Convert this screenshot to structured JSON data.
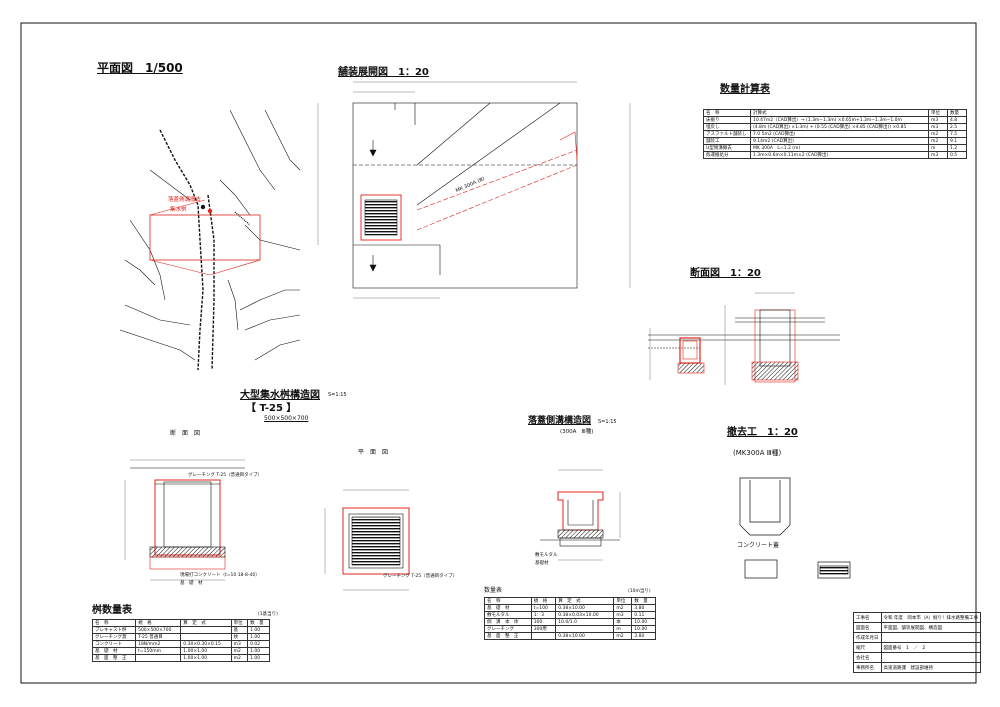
{
  "titles": {
    "plan": "平面図　1/500",
    "pavement": "舗装展開図　1：20",
    "quantity_calc": "数量計算表",
    "cross_section": "断面図　1：20",
    "catch_basin": "大型集水桝構造図",
    "catch_basin_scale": "S=1:15",
    "catch_basin_type": "【 T-25 】",
    "catch_basin_size": "500×500×700",
    "cb_section": "断　面　図",
    "cb_plan": "平　面　図",
    "gutter": "落蓋側溝構造図",
    "gutter_scale": "S=1:15",
    "gutter_sub": "(300A　Ⅲ種)",
    "removal": "撤去工　1：20",
    "removal_sub": "(MK300A Ⅲ種)",
    "concrete_lid": "コンクリート蓋"
  },
  "plan_labels": {
    "l1": "落蓋側溝撤去",
    "l2": "集水桝"
  },
  "pavement_labels": {
    "mk": "MK 300A (Ⅲ)"
  },
  "cb_labels": {
    "grating": "グレーチング T-25（普通目タイプ）",
    "concrete": "現場打コンクリート（t=10 18-8-40）",
    "base": "基　礎　材",
    "grating_plan": "グレーチング T-25（普通目タイプ）"
  },
  "gutter_labels": {
    "mortar": "敷モルタル",
    "base": "基礎材"
  },
  "quantity_calc_table": {
    "header": [
      "名　称",
      "計算式",
      "単位",
      "数量"
    ],
    "rows": [
      [
        "床掘り",
        "10.47m2（CAD算出）→ (1.3m−1.3m) ×0.65m+1.3m−1.3m−1.0m",
        "m3",
        "4.8"
      ],
      [
        "埋戻し",
        "(4.8m (CAD算出) ×1.3m) + (0.55 (CAD算出) ×4.85 (CAD算出)) ×0.85",
        "m3",
        "2.5"
      ],
      [
        "アスファルト舗装し",
        "7.0 5m2 (CAD算出)",
        "m2",
        "7.5"
      ],
      [
        "舗装工",
        "9.14m2 (CAD算出)",
        "m2",
        "9.1"
      ],
      [
        "U型側溝撤去",
        "MK 300A　L=1.2 (m)",
        "m",
        "1.2"
      ],
      [
        "殻運搬処分",
        "1.3m×0.6m×0.11m×2 (CAD算出)",
        "m3",
        "0.5"
      ]
    ]
  },
  "basin_qty": {
    "title": "桝数量表",
    "unit_note": "(1基当り)",
    "header": [
      "名　称",
      "規　格",
      "算　定　式",
      "単位",
      "数　量"
    ],
    "rows": [
      [
        "プレキャスト桝",
        "500×500×700",
        "",
        "基",
        "1.00"
      ],
      [
        "グレーチング蓋",
        "T-25 普通目",
        "",
        "枚",
        "1.00"
      ],
      [
        "コンクリート",
        "18N/mm2",
        "0.30×0.30×0.15",
        "m3",
        "0.02"
      ],
      [
        "基　礎　材",
        "t=150mm",
        "1.00×1.00",
        "m2",
        "1.00"
      ],
      [
        "基　面　整　正",
        "",
        "1.00×1.00",
        "m2",
        "1.00"
      ]
    ]
  },
  "gutter_qty": {
    "title": "数量表",
    "unit_note": "(10m当り)",
    "header": [
      "名　称",
      "規　格",
      "算　定　式",
      "単位",
      "数　量"
    ],
    "rows": [
      [
        "基　礎　材",
        "t=100",
        "0.38×10.00",
        "m2",
        "3.80"
      ],
      [
        "敷モルタル",
        "1：3",
        "0.38×0.03×10.00",
        "m3",
        "0.11"
      ],
      [
        "側　溝　本　体",
        "300",
        "10.0/1.0",
        "本",
        "10.00"
      ],
      [
        "グレーチング",
        "300用",
        "",
        "m",
        "10.00"
      ],
      [
        "基　面　整　正",
        "",
        "0.38×10.00",
        "m2",
        "3.80"
      ]
    ]
  },
  "title_block": {
    "rows": [
      [
        "工事名",
        "令和 年度　岡本市（A）掘り！排水路整備工事"
      ],
      [
        "図面名",
        "平面図、舗装展開図、構造図"
      ],
      [
        "作成年月日",
        ""
      ],
      [
        "縮尺",
        "図面番号　1　／　2"
      ],
      [
        "会社名",
        ""
      ],
      [
        "事務所名",
        "高速道路課　建設部維持"
      ]
    ]
  },
  "colors": {
    "red": "#e0241b",
    "line": "#111111",
    "dim": "#555555"
  }
}
